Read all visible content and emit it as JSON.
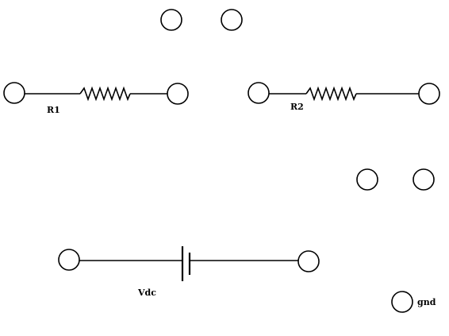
{
  "components": {
    "r1": {
      "type": "resistor",
      "label": "R1"
    },
    "r2": {
      "type": "resistor",
      "label": "R2"
    },
    "vdc": {
      "type": "dc-voltage-source",
      "label": "Vdc"
    },
    "gnd": {
      "type": "ground-terminal",
      "label": "gnd"
    }
  },
  "loose_terminals": 4
}
